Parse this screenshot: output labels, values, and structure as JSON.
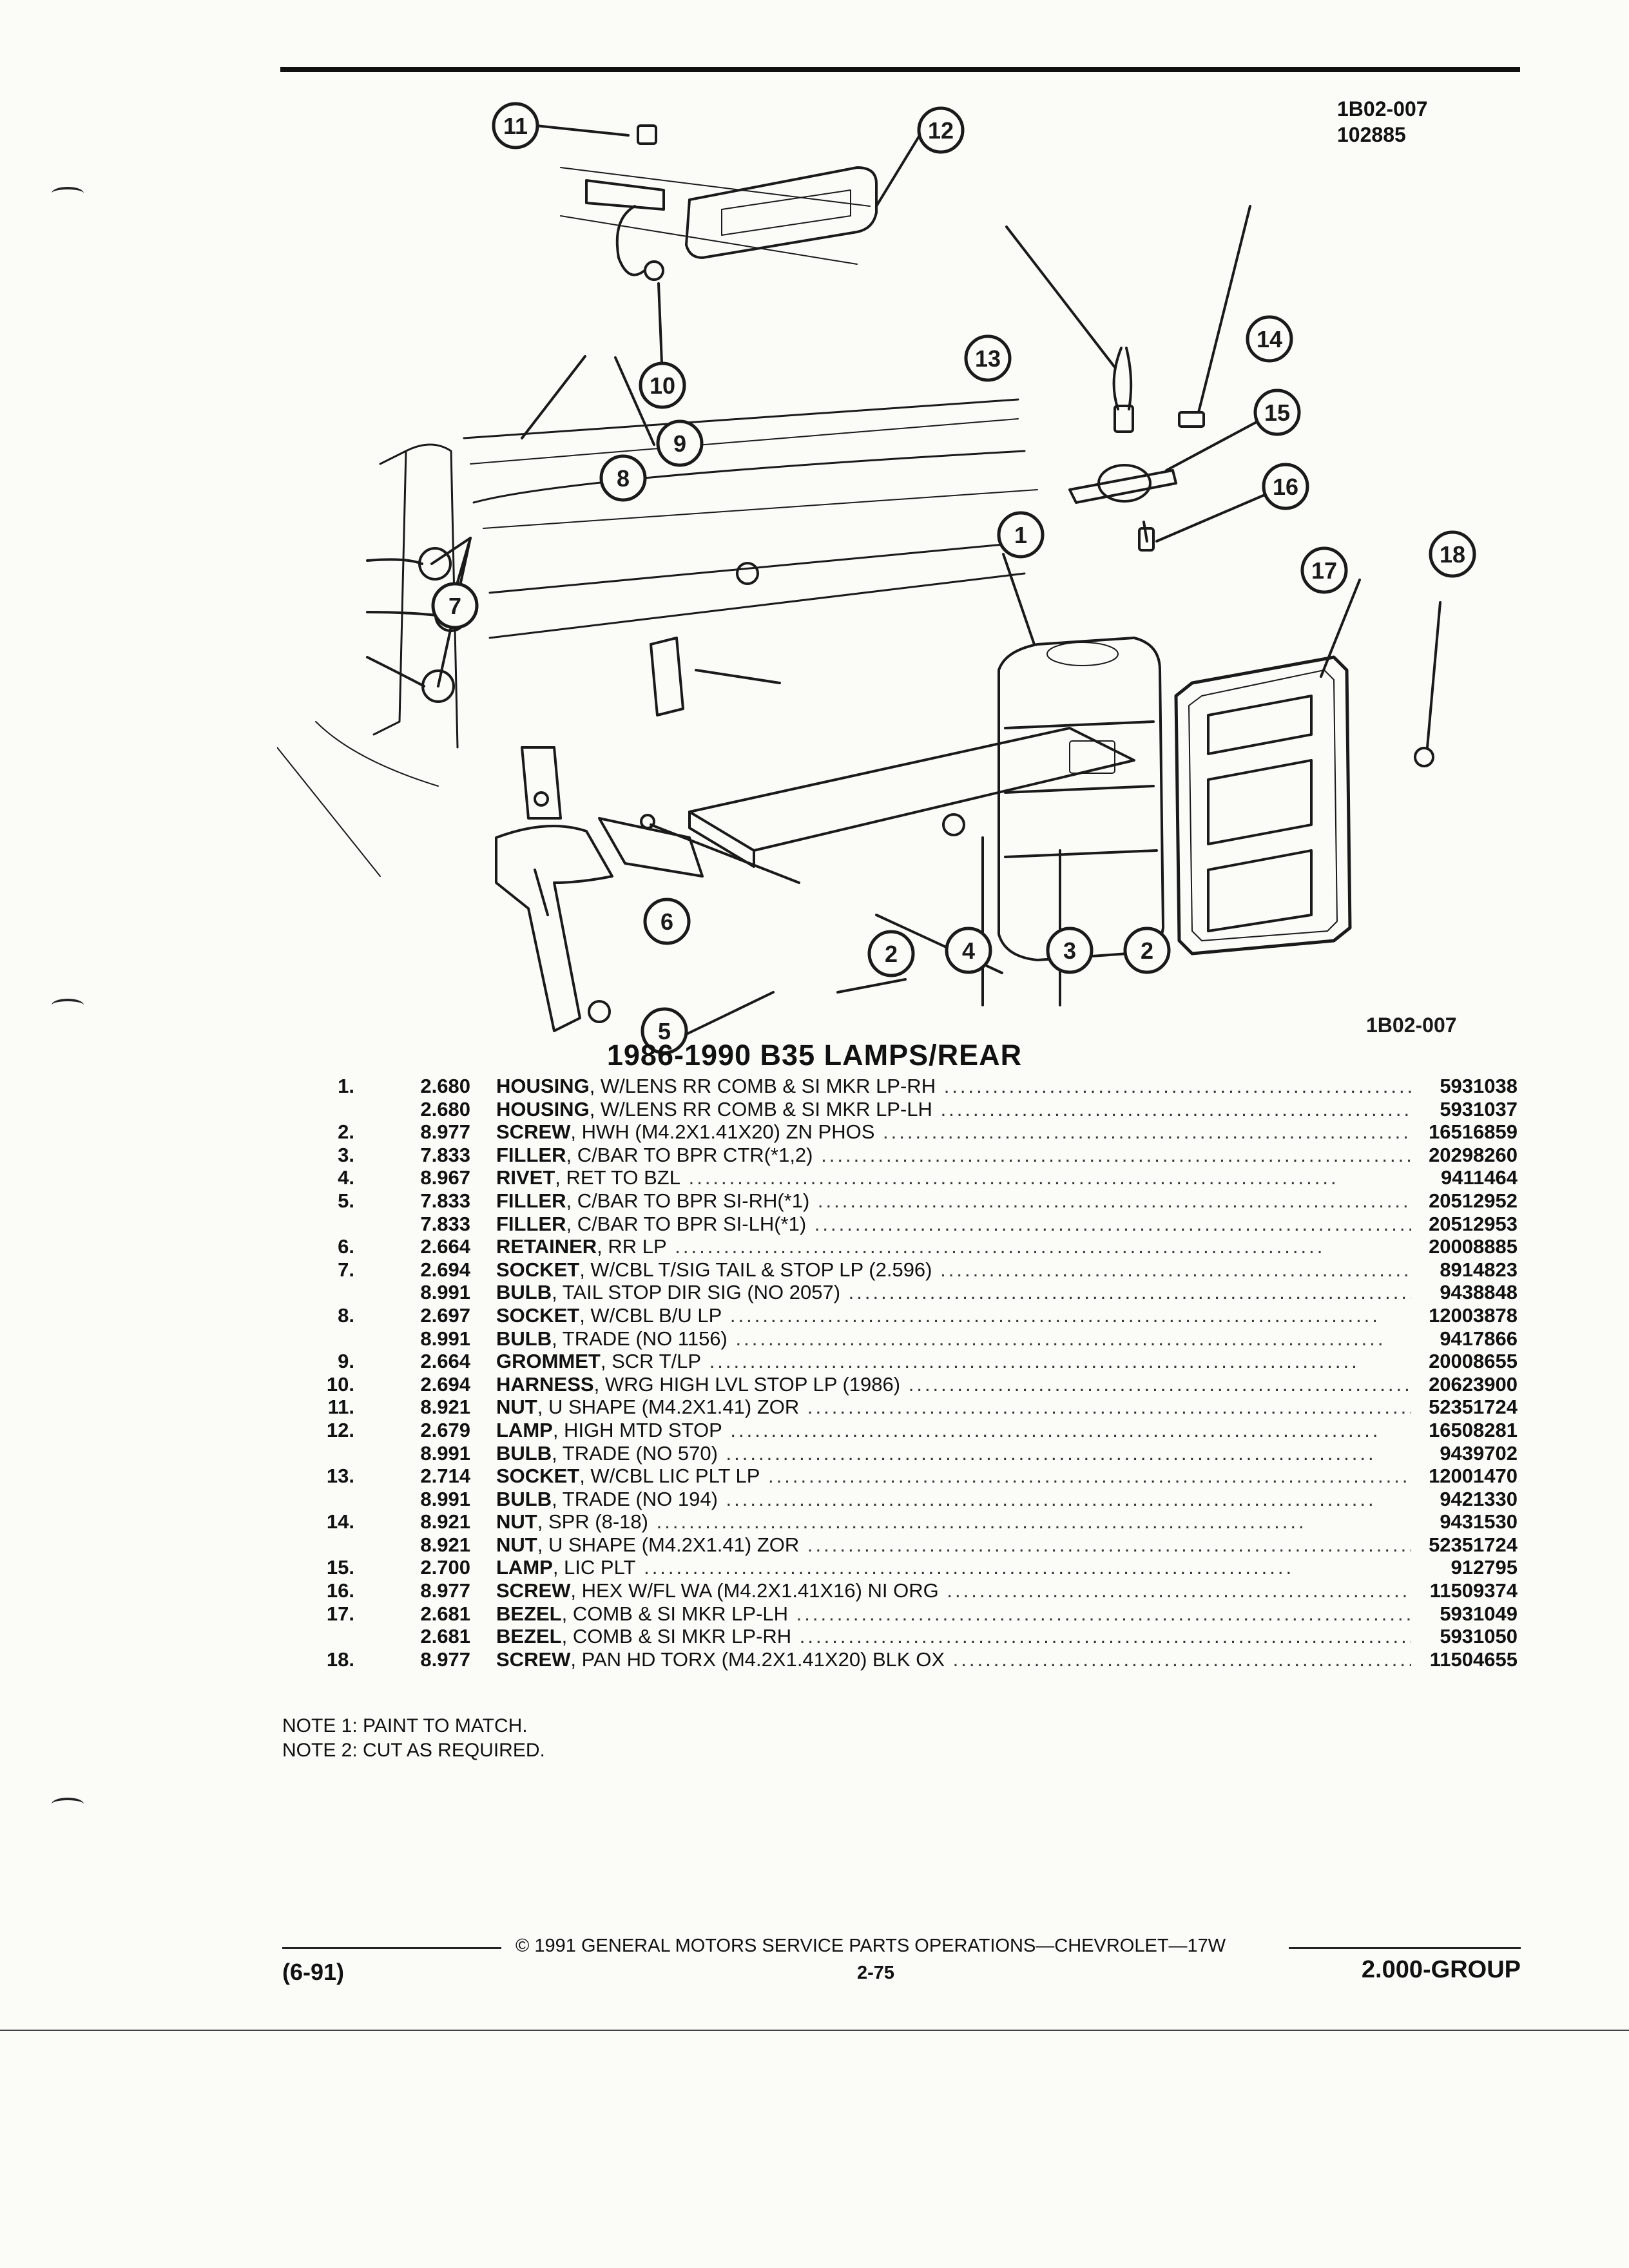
{
  "header": {
    "ref1": "1B02-007",
    "ref2": "102885"
  },
  "diagram": {
    "ref": "1B02-007",
    "callouts": [
      "1",
      "2",
      "3",
      "4",
      "5",
      "6",
      "7",
      "8",
      "9",
      "10",
      "11",
      "12",
      "13",
      "14",
      "15",
      "16",
      "17",
      "18"
    ]
  },
  "title": "1986-1990 B35 LAMPS/REAR",
  "parts": [
    {
      "num": "1.",
      "code": "2.680",
      "name": "HOUSING",
      "desc": ", W/LENS RR COMB & SI MKR LP-RH",
      "pn": "5931038"
    },
    {
      "num": "",
      "code": "2.680",
      "name": "HOUSING",
      "desc": ", W/LENS RR COMB & SI MKR LP-LH",
      "pn": "5931037"
    },
    {
      "num": "2.",
      "code": "8.977",
      "name": "SCREW",
      "desc": ", HWH (M4.2X1.41X20) ZN PHOS",
      "pn": "16516859"
    },
    {
      "num": "3.",
      "code": "7.833",
      "name": "FILLER",
      "desc": ", C/BAR TO BPR CTR(*1,2)",
      "pn": "20298260"
    },
    {
      "num": "4.",
      "code": "8.967",
      "name": "RIVET",
      "desc": ", RET TO BZL",
      "pn": "9411464"
    },
    {
      "num": "5.",
      "code": "7.833",
      "name": "FILLER",
      "desc": ", C/BAR TO BPR SI-RH(*1)",
      "pn": "20512952"
    },
    {
      "num": "",
      "code": "7.833",
      "name": "FILLER",
      "desc": ", C/BAR TO BPR SI-LH(*1)",
      "pn": "20512953"
    },
    {
      "num": "6.",
      "code": "2.664",
      "name": "RETAINER",
      "desc": ", RR LP",
      "pn": "20008885"
    },
    {
      "num": "7.",
      "code": "2.694",
      "name": "SOCKET",
      "desc": ", W/CBL T/SIG TAIL & STOP LP (2.596)",
      "pn": "8914823"
    },
    {
      "num": "",
      "code": "8.991",
      "name": "BULB",
      "desc": ", TAIL STOP DIR SIG (NO 2057)",
      "pn": "9438848"
    },
    {
      "num": "8.",
      "code": "2.697",
      "name": "SOCKET",
      "desc": ", W/CBL B/U LP",
      "pn": "12003878"
    },
    {
      "num": "",
      "code": "8.991",
      "name": "BULB",
      "desc": ", TRADE (NO 1156)",
      "pn": "9417866"
    },
    {
      "num": "9.",
      "code": "2.664",
      "name": "GROMMET",
      "desc": ", SCR T/LP",
      "pn": "20008655"
    },
    {
      "num": "10.",
      "code": "2.694",
      "name": "HARNESS",
      "desc": ", WRG HIGH LVL STOP LP (1986)",
      "pn": "20623900"
    },
    {
      "num": "11.",
      "code": "8.921",
      "name": "NUT",
      "desc": ", U SHAPE (M4.2X1.41) ZOR",
      "pn": "52351724"
    },
    {
      "num": "12.",
      "code": "2.679",
      "name": "LAMP",
      "desc": ", HIGH MTD STOP",
      "pn": "16508281"
    },
    {
      "num": "",
      "code": "8.991",
      "name": "BULB",
      "desc": ", TRADE (NO 570)",
      "pn": "9439702"
    },
    {
      "num": "13.",
      "code": "2.714",
      "name": "SOCKET",
      "desc": ", W/CBL LIC PLT LP",
      "pn": "12001470"
    },
    {
      "num": "",
      "code": "8.991",
      "name": "BULB",
      "desc": ", TRADE (NO 194)",
      "pn": "9421330"
    },
    {
      "num": "14.",
      "code": "8.921",
      "name": "NUT",
      "desc": ", SPR (8-18)",
      "pn": "9431530"
    },
    {
      "num": "",
      "code": "8.921",
      "name": "NUT",
      "desc": ", U SHAPE (M4.2X1.41) ZOR",
      "pn": "52351724"
    },
    {
      "num": "15.",
      "code": "2.700",
      "name": "LAMP",
      "desc": ", LIC PLT",
      "pn": "912795"
    },
    {
      "num": "16.",
      "code": "8.977",
      "name": "SCREW",
      "desc": ", HEX W/FL WA (M4.2X1.41X16) NI ORG",
      "pn": "11509374"
    },
    {
      "num": "17.",
      "code": "2.681",
      "name": "BEZEL",
      "desc": ", COMB & SI MKR LP-LH",
      "pn": "5931049"
    },
    {
      "num": "",
      "code": "2.681",
      "name": "BEZEL",
      "desc": ", COMB & SI MKR LP-RH",
      "pn": "5931050"
    },
    {
      "num": "18.",
      "code": "8.977",
      "name": "SCREW",
      "desc": ", PAN HD TORX (M4.2X1.41X20) BLK OX",
      "pn": "11504655"
    }
  ],
  "notes": [
    "NOTE 1: PAINT TO MATCH.",
    "NOTE 2: CUT AS REQUIRED."
  ],
  "footer": {
    "copyright": "© 1991 GENERAL MOTORS SERVICE PARTS OPERATIONS—CHEVROLET—17W",
    "date": "(6-91)",
    "page": "2-75",
    "group": "2.000-GROUP"
  }
}
